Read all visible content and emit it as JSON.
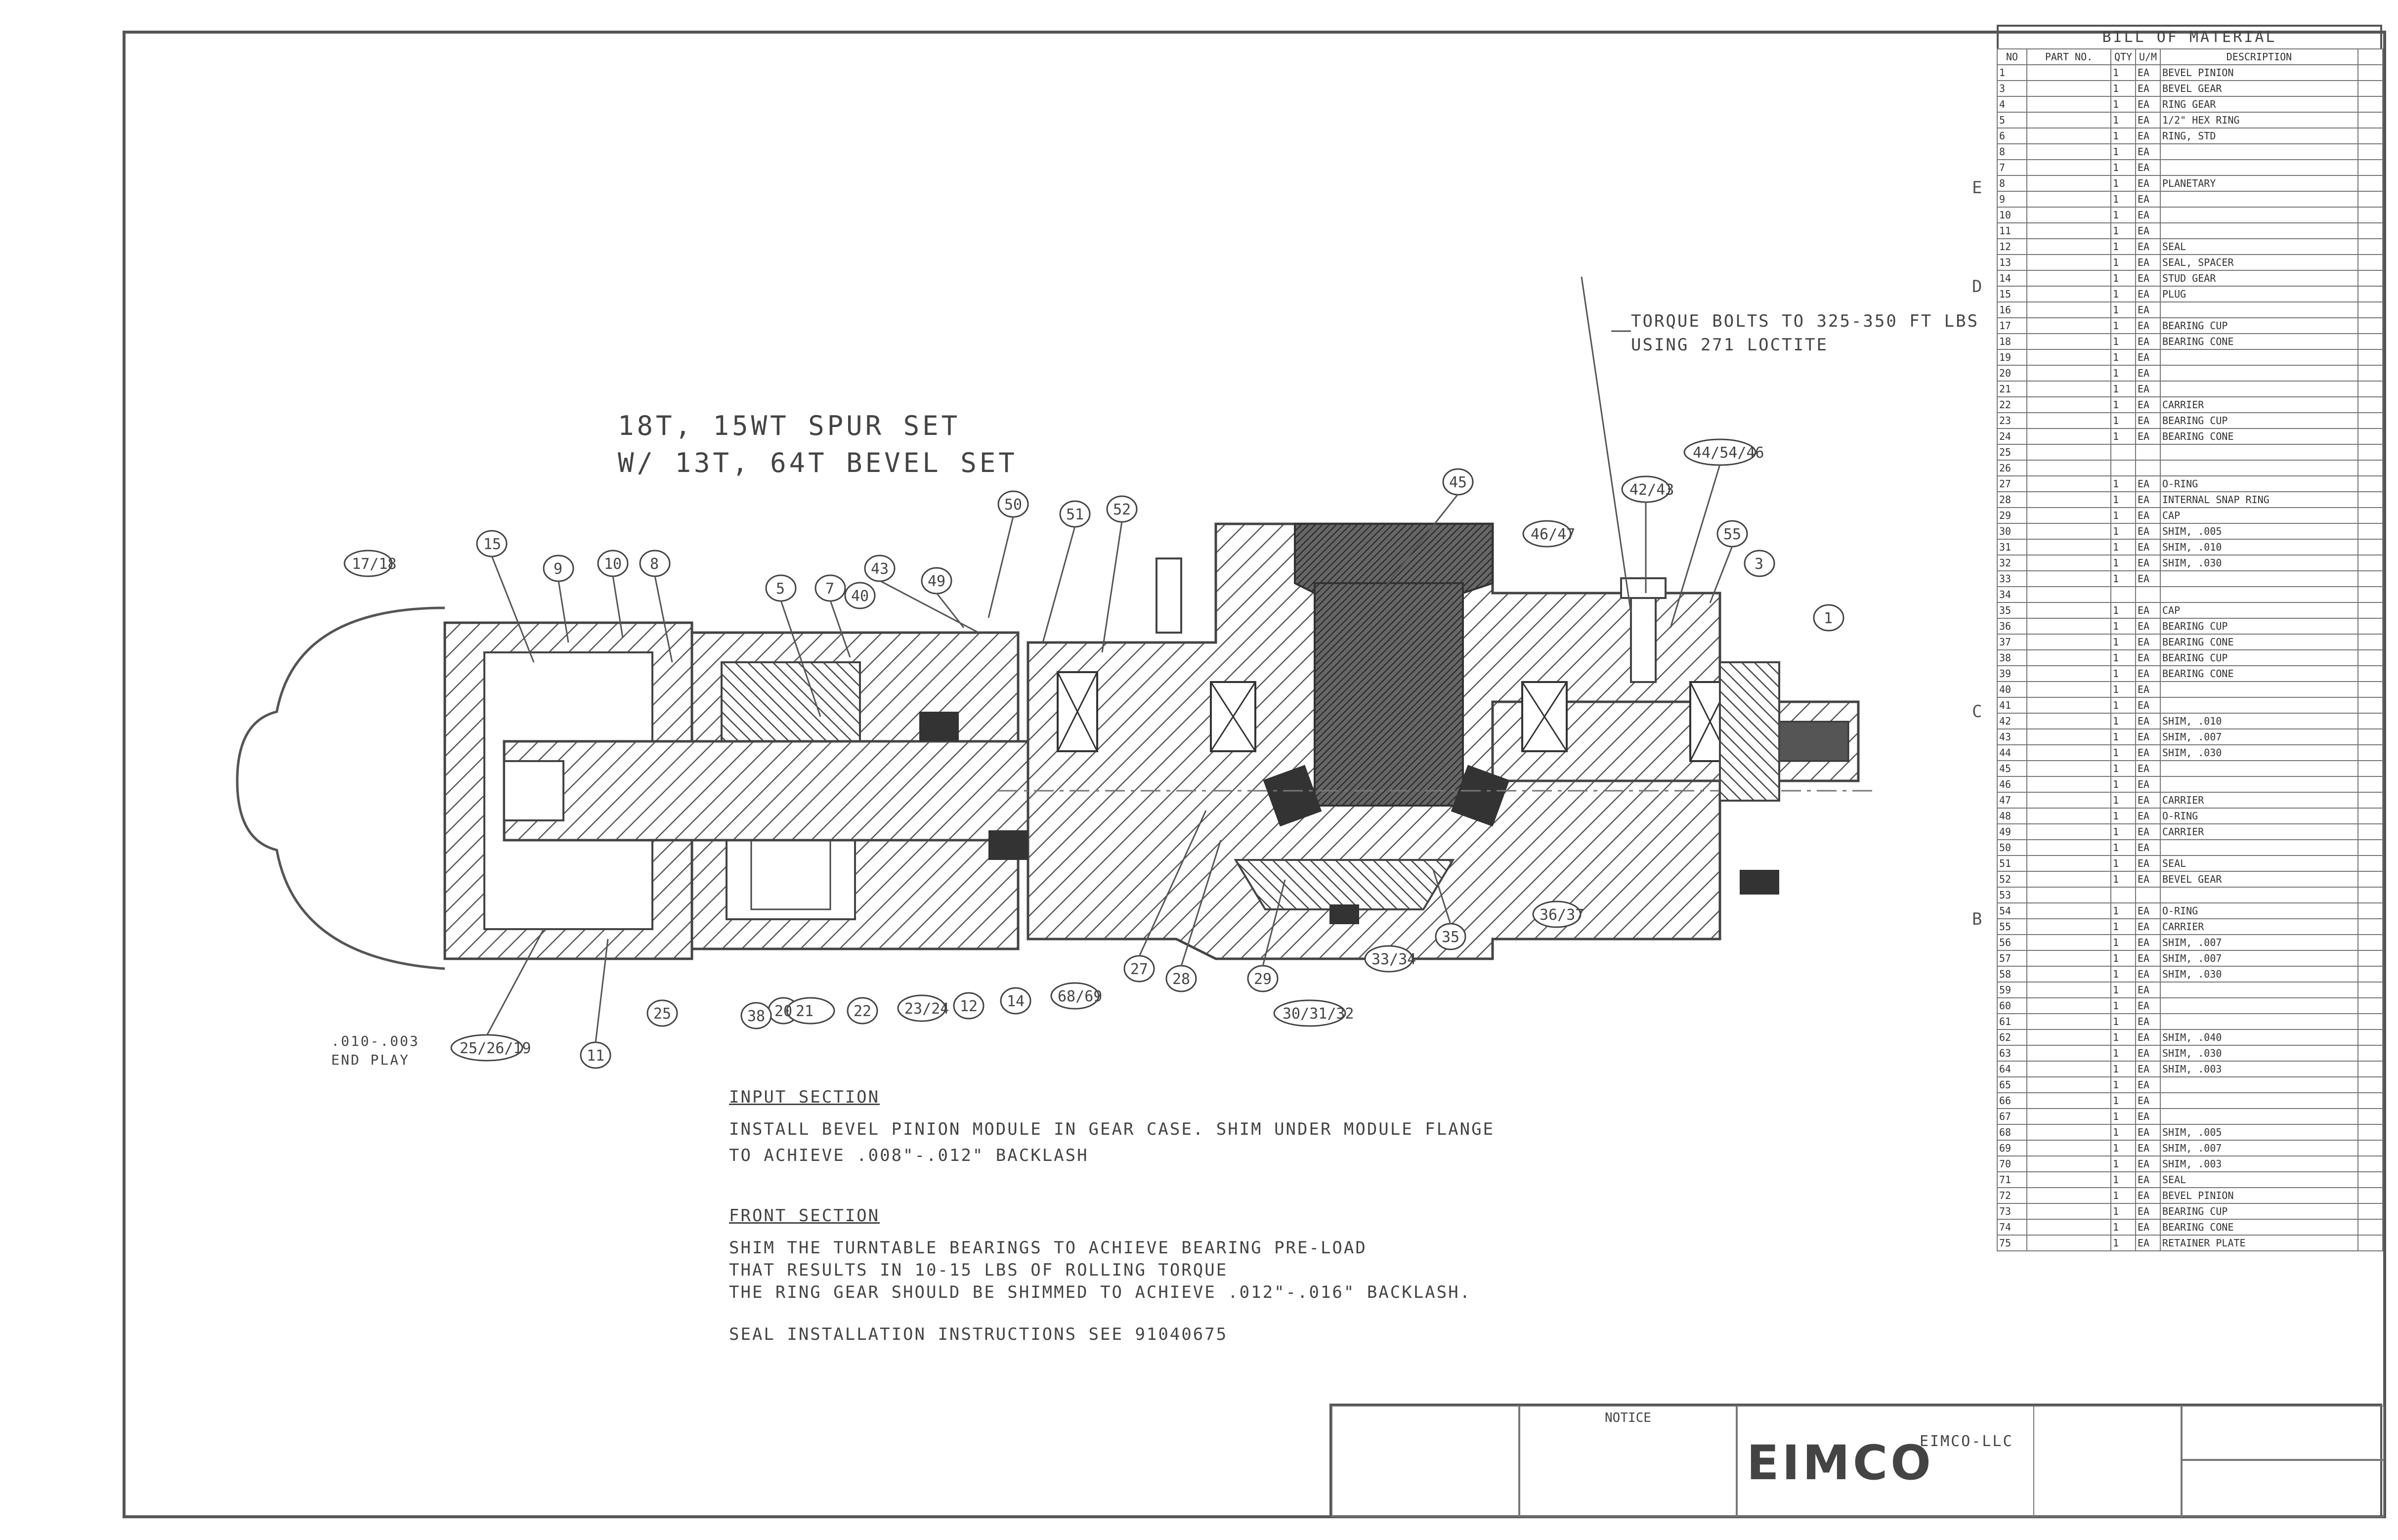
{
  "drawing": {
    "title_line1": "18T, 15WT SPUR SET",
    "title_line2": "W/ 13T, 64T BEVEL SET",
    "torque_note_line1": "TORQUE BOLTS TO 325-350 FT LBS",
    "torque_note_line2": "USING 271 LOCTITE",
    "end_play_line1": ".010-.003",
    "end_play_line2": "END PLAY"
  },
  "notes": {
    "input_heading": "INPUT SECTION",
    "input_line1": "INSTALL BEVEL PINION MODULE IN GEAR CASE.  SHIM UNDER MODULE FLANGE",
    "input_line2": "TO ACHIEVE .008\"-.012\" BACKLASH",
    "front_heading": "FRONT SECTION",
    "front_line1": "SHIM THE TURNTABLE BEARINGS TO ACHIEVE BEARING PRE-LOAD",
    "front_line2": "THAT RESULTS IN 10-15 LBS OF ROLLING TORQUE",
    "front_line3": "THE RING GEAR SHOULD BE SHIMMED TO ACHIEVE .012\"-.016\" BACKLASH.",
    "seal_line": "SEAL INSTALLATION INSTRUCTIONS SEE 91040675"
  },
  "callouts": [
    "17",
    "18",
    "15",
    "9",
    "10",
    "8",
    "5",
    "7",
    "43",
    "40",
    "49",
    "50",
    "51",
    "52",
    "45",
    "46",
    "47",
    "42",
    "43",
    "44",
    "54",
    "46",
    "55",
    "3",
    "1",
    "20",
    "21",
    "22",
    "23",
    "24",
    "12",
    "14",
    "68",
    "69",
    "27",
    "28",
    "29",
    "30",
    "31",
    "32",
    "33",
    "34",
    "35",
    "36",
    "37",
    "25",
    "26",
    "19",
    "11",
    "25",
    "38"
  ],
  "zones": [
    "E",
    "D",
    "C",
    "B"
  ],
  "bom": {
    "title": "BILL OF MATERIAL",
    "headers": [
      "NO",
      "PART NO.",
      "QTY",
      "U/M",
      "DESCRIPTION",
      ""
    ],
    "rows": [
      [
        "1",
        "",
        "1",
        "EA",
        "BEVEL PINION",
        ""
      ],
      [
        "3",
        "",
        "1",
        "EA",
        "BEVEL GEAR",
        ""
      ],
      [
        "4",
        "",
        "1",
        "EA",
        "RING GEAR",
        ""
      ],
      [
        "5",
        "",
        "1",
        "EA",
        "1/2\" HEX RING",
        ""
      ],
      [
        "6",
        "",
        "1",
        "EA",
        "RING, STD",
        ""
      ],
      [
        "8",
        "",
        "1",
        "EA",
        "",
        ""
      ],
      [
        "7",
        "",
        "1",
        "EA",
        "",
        ""
      ],
      [
        "8",
        "",
        "1",
        "EA",
        "PLANETARY",
        ""
      ],
      [
        "9",
        "",
        "1",
        "EA",
        "",
        ""
      ],
      [
        "10",
        "",
        "1",
        "EA",
        "",
        ""
      ],
      [
        "11",
        "",
        "1",
        "EA",
        "",
        ""
      ],
      [
        "12",
        "",
        "1",
        "EA",
        "SEAL",
        ""
      ],
      [
        "13",
        "",
        "1",
        "EA",
        "SEAL, SPACER",
        ""
      ],
      [
        "14",
        "",
        "1",
        "EA",
        "STUD GEAR",
        ""
      ],
      [
        "15",
        "",
        "1",
        "EA",
        "PLUG",
        ""
      ],
      [
        "16",
        "",
        "1",
        "EA",
        "",
        ""
      ],
      [
        "17",
        "",
        "1",
        "EA",
        "BEARING CUP",
        ""
      ],
      [
        "18",
        "",
        "1",
        "EA",
        "BEARING CONE",
        ""
      ],
      [
        "19",
        "",
        "1",
        "EA",
        "",
        ""
      ],
      [
        "20",
        "",
        "1",
        "EA",
        "",
        ""
      ],
      [
        "21",
        "",
        "1",
        "EA",
        "",
        ""
      ],
      [
        "22",
        "",
        "1",
        "EA",
        "CARRIER",
        ""
      ],
      [
        "23",
        "",
        "1",
        "EA",
        "BEARING CUP",
        ""
      ],
      [
        "24",
        "",
        "1",
        "EA",
        "BEARING CONE",
        ""
      ],
      [
        "25",
        "",
        "",
        "",
        "",
        ""
      ],
      [
        "26",
        "",
        "",
        "",
        "",
        ""
      ],
      [
        "27",
        "",
        "1",
        "EA",
        "O-RING",
        ""
      ],
      [
        "28",
        "",
        "1",
        "EA",
        "INTERNAL SNAP RING",
        ""
      ],
      [
        "29",
        "",
        "1",
        "EA",
        "CAP",
        ""
      ],
      [
        "30",
        "",
        "1",
        "EA",
        "SHIM, .005",
        ""
      ],
      [
        "31",
        "",
        "1",
        "EA",
        "SHIM, .010",
        ""
      ],
      [
        "32",
        "",
        "1",
        "EA",
        "SHIM, .030",
        ""
      ],
      [
        "33",
        "",
        "1",
        "EA",
        "",
        ""
      ],
      [
        "34",
        "",
        "",
        "",
        "",
        ""
      ],
      [
        "35",
        "",
        "1",
        "EA",
        "CAP",
        ""
      ],
      [
        "36",
        "",
        "1",
        "EA",
        "BEARING CUP",
        ""
      ],
      [
        "37",
        "",
        "1",
        "EA",
        "BEARING CONE",
        ""
      ],
      [
        "38",
        "",
        "1",
        "EA",
        "BEARING CUP",
        ""
      ],
      [
        "39",
        "",
        "1",
        "EA",
        "BEARING CONE",
        ""
      ],
      [
        "40",
        "",
        "1",
        "EA",
        "",
        ""
      ],
      [
        "41",
        "",
        "1",
        "EA",
        "",
        ""
      ],
      [
        "42",
        "",
        "1",
        "EA",
        "SHIM, .010",
        ""
      ],
      [
        "43",
        "",
        "1",
        "EA",
        "SHIM, .007",
        ""
      ],
      [
        "44",
        "",
        "1",
        "EA",
        "SHIM, .030",
        ""
      ],
      [
        "45",
        "",
        "1",
        "EA",
        "",
        ""
      ],
      [
        "46",
        "",
        "1",
        "EA",
        "",
        ""
      ],
      [
        "47",
        "",
        "1",
        "EA",
        "CARRIER",
        ""
      ],
      [
        "48",
        "",
        "1",
        "EA",
        "O-RING",
        ""
      ],
      [
        "49",
        "",
        "1",
        "EA",
        "CARRIER",
        ""
      ],
      [
        "50",
        "",
        "1",
        "EA",
        "",
        ""
      ],
      [
        "51",
        "",
        "1",
        "EA",
        "SEAL",
        ""
      ],
      [
        "52",
        "",
        "1",
        "EA",
        "BEVEL GEAR",
        ""
      ],
      [
        "53",
        "",
        "",
        "",
        "",
        ""
      ],
      [
        "54",
        "",
        "1",
        "EA",
        "O-RING",
        ""
      ],
      [
        "55",
        "",
        "1",
        "EA",
        "CARRIER",
        ""
      ],
      [
        "56",
        "",
        "1",
        "EA",
        "SHIM, .007",
        ""
      ],
      [
        "57",
        "",
        "1",
        "EA",
        "SHIM, .007",
        ""
      ],
      [
        "58",
        "",
        "1",
        "EA",
        "SHIM, .030",
        ""
      ],
      [
        "59",
        "",
        "1",
        "EA",
        "",
        ""
      ],
      [
        "60",
        "",
        "1",
        "EA",
        "",
        ""
      ],
      [
        "61",
        "",
        "1",
        "EA",
        "",
        ""
      ],
      [
        "62",
        "",
        "1",
        "EA",
        "SHIM, .040",
        ""
      ],
      [
        "63",
        "",
        "1",
        "EA",
        "SHIM, .030",
        ""
      ],
      [
        "64",
        "",
        "1",
        "EA",
        "SHIM, .003",
        ""
      ],
      [
        "65",
        "",
        "1",
        "EA",
        "",
        ""
      ],
      [
        "66",
        "",
        "1",
        "EA",
        "",
        ""
      ],
      [
        "67",
        "",
        "1",
        "EA",
        "",
        ""
      ],
      [
        "68",
        "",
        "1",
        "EA",
        "SHIM, .005",
        ""
      ],
      [
        "69",
        "",
        "1",
        "EA",
        "SHIM, .007",
        ""
      ],
      [
        "70",
        "",
        "1",
        "EA",
        "SHIM, .003",
        ""
      ],
      [
        "71",
        "",
        "1",
        "EA",
        "SEAL",
        ""
      ],
      [
        "72",
        "",
        "1",
        "EA",
        "BEVEL PINION",
        ""
      ],
      [
        "73",
        "",
        "1",
        "EA",
        "BEARING CUP",
        ""
      ],
      [
        "74",
        "",
        "1",
        "EA",
        "BEARING CONE",
        ""
      ],
      [
        "75",
        "",
        "1",
        "EA",
        "RETAINER PLATE",
        ""
      ]
    ]
  },
  "titleblock": {
    "logo": "EIMCO",
    "company": "EIMCO-LLC",
    "notice": "NOTICE"
  }
}
